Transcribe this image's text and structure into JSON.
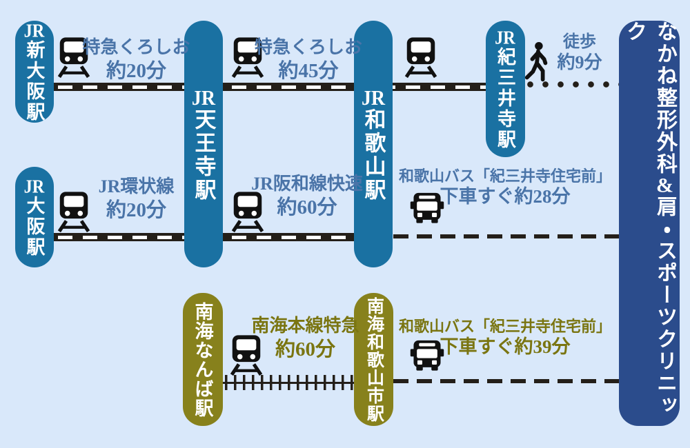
{
  "colors": {
    "bg": "#d9e8fa",
    "blue": "#1a71a2",
    "navy": "#2b4c8c",
    "olive": "#87811c",
    "text_blue": "#4a74a8",
    "text_olive": "#7a7511",
    "line": "#241f19"
  },
  "stations": [
    {
      "prefix": "JR",
      "name": "新大阪駅"
    },
    {
      "prefix": "JR",
      "name": "天王寺駅"
    },
    {
      "prefix": "JR",
      "name": "和歌山駅"
    },
    {
      "prefix": "JR",
      "name": "紀三井寺駅"
    },
    {
      "prefix": "JR",
      "name": "大阪駅"
    },
    {
      "prefix": "",
      "name": "南海なんば駅"
    },
    {
      "prefix": "",
      "name": "南海和歌山市駅"
    }
  ],
  "destination": {
    "name": "なかね整形外科&肩・スポーツクリニック",
    "parts": [
      "なかね整形外科",
      "&",
      "肩・スポーツクリニック"
    ]
  },
  "segments": [
    {
      "mode": "train",
      "route": "特急くろしお",
      "duration": "約20分"
    },
    {
      "mode": "train",
      "route": "特急くろしお",
      "duration": "約45分"
    },
    {
      "mode": "walk",
      "route": "徒歩",
      "duration": "約9分"
    },
    {
      "mode": "train",
      "route": "JR環状線",
      "duration": "約20分"
    },
    {
      "mode": "train",
      "route": "JR阪和線快速",
      "duration": "約60分"
    },
    {
      "mode": "bus",
      "route": "和歌山バス「紀三井寺住宅前」",
      "duration": "下車すぐ約28分"
    },
    {
      "mode": "train",
      "route": "南海本線特急",
      "duration": "約60分"
    },
    {
      "mode": "bus",
      "route": "和歌山バス「紀三井寺住宅前」",
      "duration": "下車すぐ約39分"
    }
  ]
}
